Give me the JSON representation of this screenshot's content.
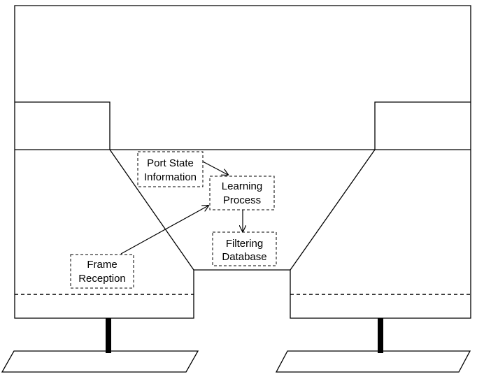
{
  "nodes": {
    "port_state": {
      "line1": "Port State",
      "line2": "Information"
    },
    "learning": {
      "line1": "Learning",
      "line2": "Process"
    },
    "filtering": {
      "line1": "Filtering",
      "line2": "Database"
    },
    "frame_reception": {
      "line1": "Frame",
      "line2": "Reception"
    }
  },
  "edges": [
    {
      "from": "port_state",
      "to": "learning"
    },
    {
      "from": "frame_reception",
      "to": "learning"
    },
    {
      "from": "learning",
      "to": "filtering"
    }
  ]
}
